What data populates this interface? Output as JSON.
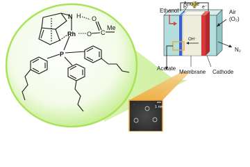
{
  "figure": {
    "molecule": {
      "metal": "Rh",
      "nitrogen": "N",
      "hydrogen": "H",
      "oxygen_1": "O",
      "oxygen_2": "O",
      "carbon": "C",
      "methyl": "Me",
      "phosphorus": "P"
    },
    "fuel_cell": {
      "ethanol_label": "Ethanol",
      "anode_label": "Anode",
      "air_label": "Air",
      "oxygen_label": "(O₂)",
      "electron_label_1": "e⁻",
      "electron_label_2": "e⁻",
      "hydroxide_label": "OH⁻",
      "nitrogen_label": "N₂",
      "acetate_label": "Acetate",
      "membrane_label": "Membrane",
      "cathode_label": "Cathode"
    },
    "micrograph": {
      "scale_label": "1 nm"
    },
    "colors": {
      "zoom_green": "#a8e35a",
      "zoom_orange": "#f0a838",
      "anode_blue": "#3f5fd1",
      "membrane_cream": "#efeedd",
      "cathode_red": "#d9373a",
      "cell_teal": "#b4dfdf",
      "ethanol_arrow": "#d1453a"
    }
  }
}
